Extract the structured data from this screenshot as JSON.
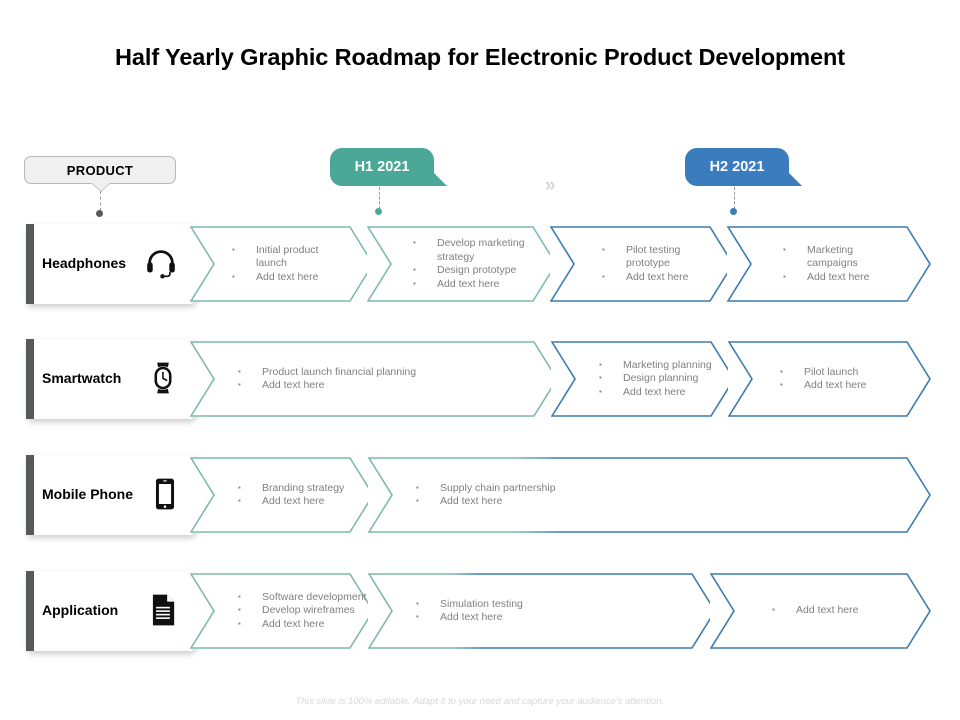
{
  "title": "Half Yearly Graphic Roadmap for Electronic Product Development",
  "product_tag": {
    "label": "PRODUCT"
  },
  "separator": {
    "glyph": "»"
  },
  "colors": {
    "teal": "#4BA898",
    "blue": "#3B7CBE",
    "teal_outline": "#7FB8AC",
    "blue_outline": "#3C7BAE",
    "label_bar": "#58595B",
    "bullet_text": "#808184",
    "footer_text": "#D8D8D8"
  },
  "halves": [
    {
      "label": "H1 2021",
      "color": "#4BA898",
      "name": "h1-2021"
    },
    {
      "label": "H2 2021",
      "color": "#3B7CBE",
      "name": "h2-2021"
    }
  ],
  "rows": [
    {
      "label": "Headphones",
      "icon": "headset-icon",
      "phases": [
        {
          "color": "teal",
          "bullets": [
            "Initial  product",
            "launch",
            "Add text here"
          ],
          "wrap_after": 0
        },
        {
          "color": "teal",
          "bullets": [
            "Develop marketing",
            "strategy",
            "Design prototype",
            "Add text here"
          ],
          "wrap_after": 0
        },
        {
          "color": "blue",
          "bullets": [
            "Pilot  testing",
            "prototype",
            "Add text here"
          ],
          "wrap_after": 0
        },
        {
          "color": "blue",
          "bullets": [
            "Marketing",
            "campaigns",
            "Add text here"
          ],
          "wrap_after": 0
        }
      ]
    },
    {
      "label": "Smartwatch",
      "icon": "smartwatch-icon",
      "phases": [
        {
          "color": "teal",
          "bullets": [
            "Product launch  financial planning",
            "Add text here"
          ]
        },
        {
          "color": "blue",
          "bullets": [
            "Marketing  planning",
            "Design planning",
            "Add text here"
          ]
        },
        {
          "color": "blue",
          "bullets": [
            "Pilot  launch",
            "Add text here"
          ]
        }
      ]
    },
    {
      "label": "Mobile Phone",
      "icon": "mobile-phone-icon",
      "phases": [
        {
          "color": "teal",
          "bullets": [
            "Branding strategy",
            "Add text here"
          ]
        },
        {
          "color": "teal-blue",
          "bullets": [
            "Supply chain partnership",
            "Add text here"
          ]
        }
      ]
    },
    {
      "label": "Application",
      "icon": "document-icon",
      "phases": [
        {
          "color": "teal",
          "bullets": [
            "Software development",
            "Develop wireframes",
            "Add text here"
          ]
        },
        {
          "color": "teal-blue",
          "bullets": [
            "Simulation  testing",
            "Add text here"
          ]
        },
        {
          "color": "blue",
          "bullets": [
            "Add text here"
          ]
        }
      ]
    }
  ],
  "footer": "This slide is 100% editable. Adapt it to your need and capture your audience's attention."
}
